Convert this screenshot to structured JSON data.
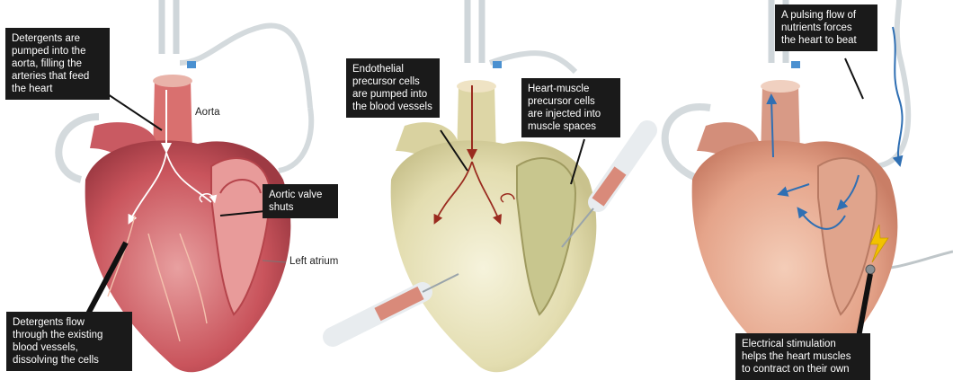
{
  "panels": [
    {
      "id": "decellularization",
      "callouts": {
        "detergents_pumped": "Detergents are\npumped into the\naorta, filling the\narteries that feed\nthe heart",
        "aortic_valve": "Aortic valve\nshuts",
        "detergents_flow": "Detergents flow\nthrough the existing\nblood vessels,\ndissolving the cells"
      },
      "labels": {
        "aorta": "Aorta",
        "left_atrium": "Left atrium"
      },
      "colors": {
        "heart": "#c9545c",
        "heart_light": "#e59a9a",
        "arrow": "#ffffff"
      }
    },
    {
      "id": "recellularization",
      "callouts": {
        "endothelial": "Endothelial\nprecursor cells\nare pumped into\nthe blood vessels",
        "heart_muscle": "Heart-muscle\nprecursor cells\nare injected into\nmuscle spaces"
      },
      "colors": {
        "heart": "#e6e2b8",
        "heart_light": "#f3f0d3",
        "arrow": "#9a2b1f",
        "syringe_fluid": "#d98a7a"
      }
    },
    {
      "id": "maturation",
      "callouts": {
        "pulsing_flow": "A pulsing flow of\nnutrients forces\nthe heart to beat",
        "electrical": "Electrical stimulation\nhelps the heart muscles\nto contract on their own"
      },
      "icons": [
        "lightning-bolt-icon",
        "electrode-icon"
      ],
      "colors": {
        "heart": "#e7a98f",
        "heart_light": "#f2c8b4",
        "arrow": "#2f6fb3",
        "bolt": "#f2c200"
      }
    }
  ]
}
